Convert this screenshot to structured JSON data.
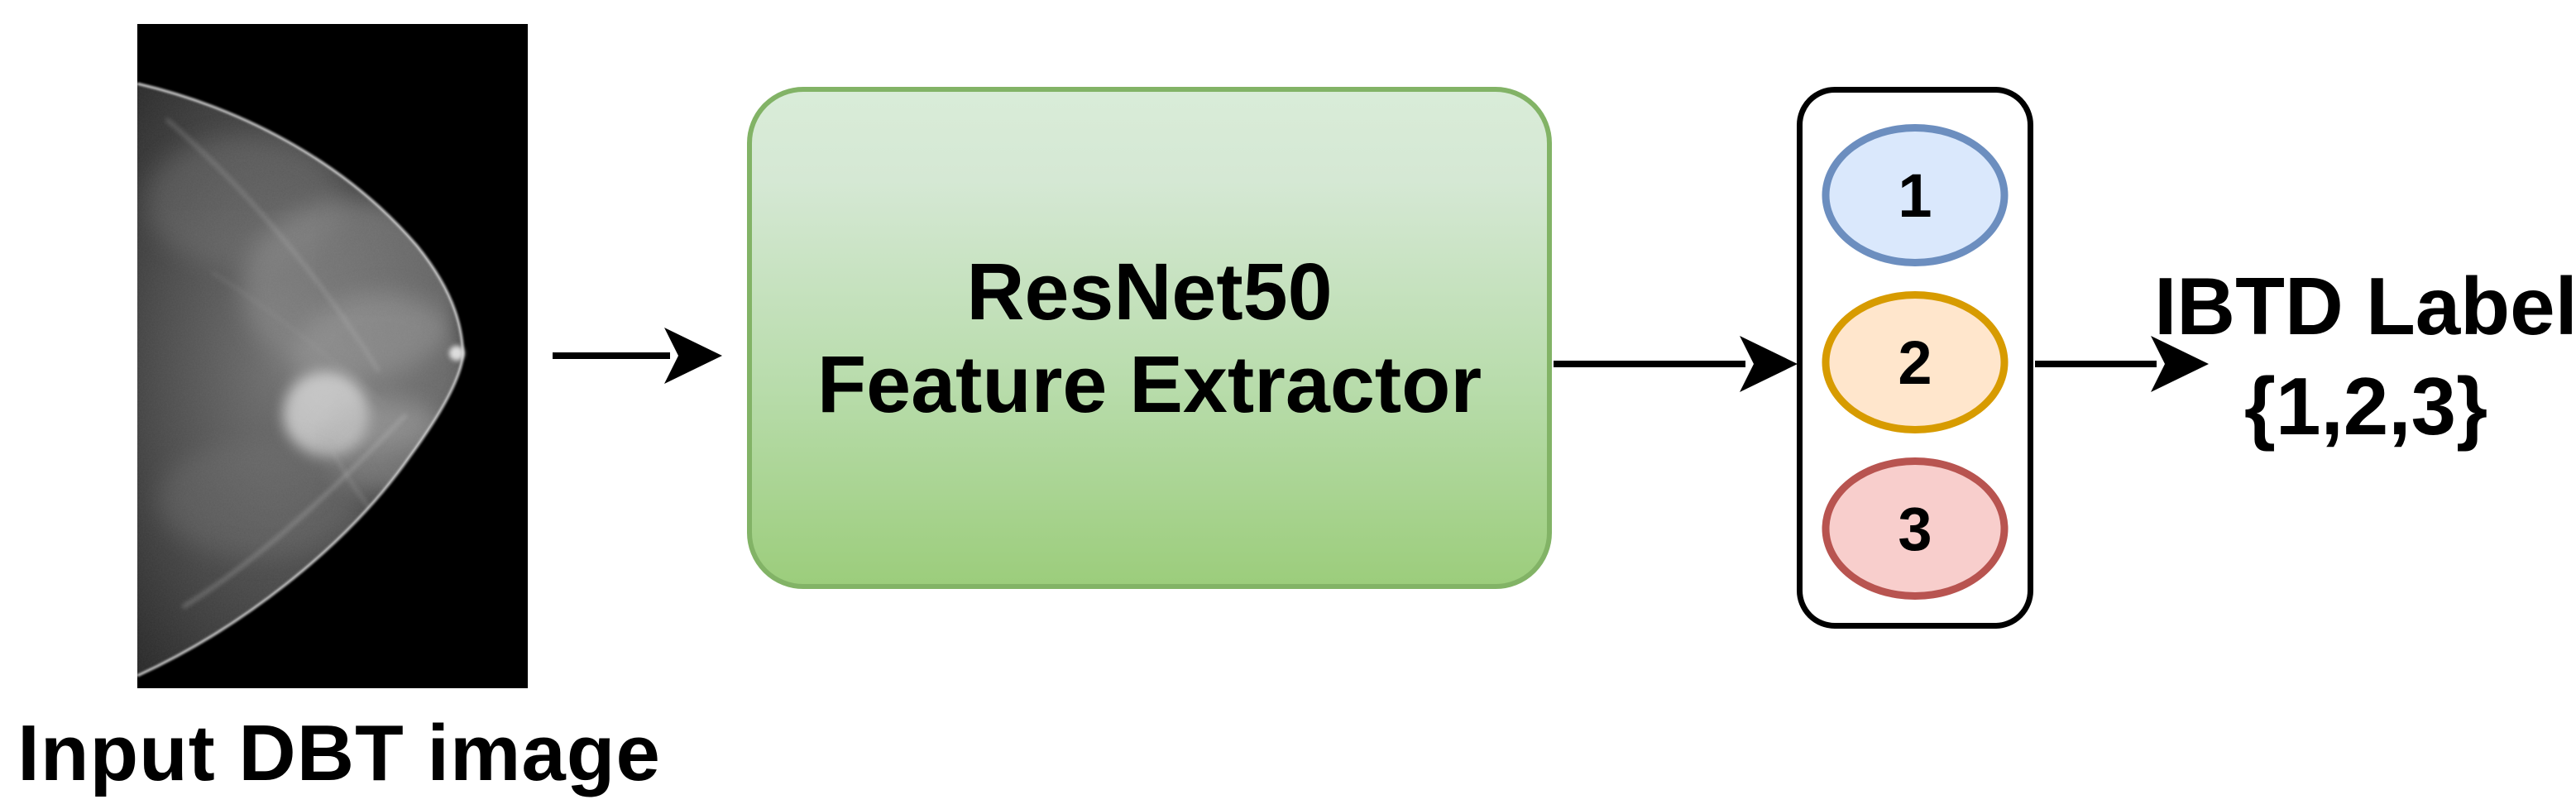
{
  "figure": {
    "type": "pipeline-diagram",
    "background": "#ffffff",
    "input": {
      "caption": "Input DBT image",
      "image_kind": "digital breast tomosynthesis slice",
      "image_bg": "#000000"
    },
    "extractor": {
      "line1": "ResNet50",
      "line2": "Feature Extractor",
      "fill_top": "#d5e8d4",
      "fill_bottom": "#9ccd7c",
      "stroke": "#82b366",
      "text_color": "#000000"
    },
    "classifier": {
      "container_fill": "#ffffff",
      "container_stroke": "#000000",
      "nodes": [
        {
          "label": "1",
          "fill": "#dae8fc",
          "stroke": "#6c8ebf"
        },
        {
          "label": "2",
          "fill": "#ffe6cc",
          "stroke": "#d79b00"
        },
        {
          "label": "3",
          "fill": "#f8cecc",
          "stroke": "#b85450"
        }
      ]
    },
    "output": {
      "line1": "IBTD Label",
      "line2": "{1,2,3}"
    },
    "arrow_color": "#000000"
  }
}
